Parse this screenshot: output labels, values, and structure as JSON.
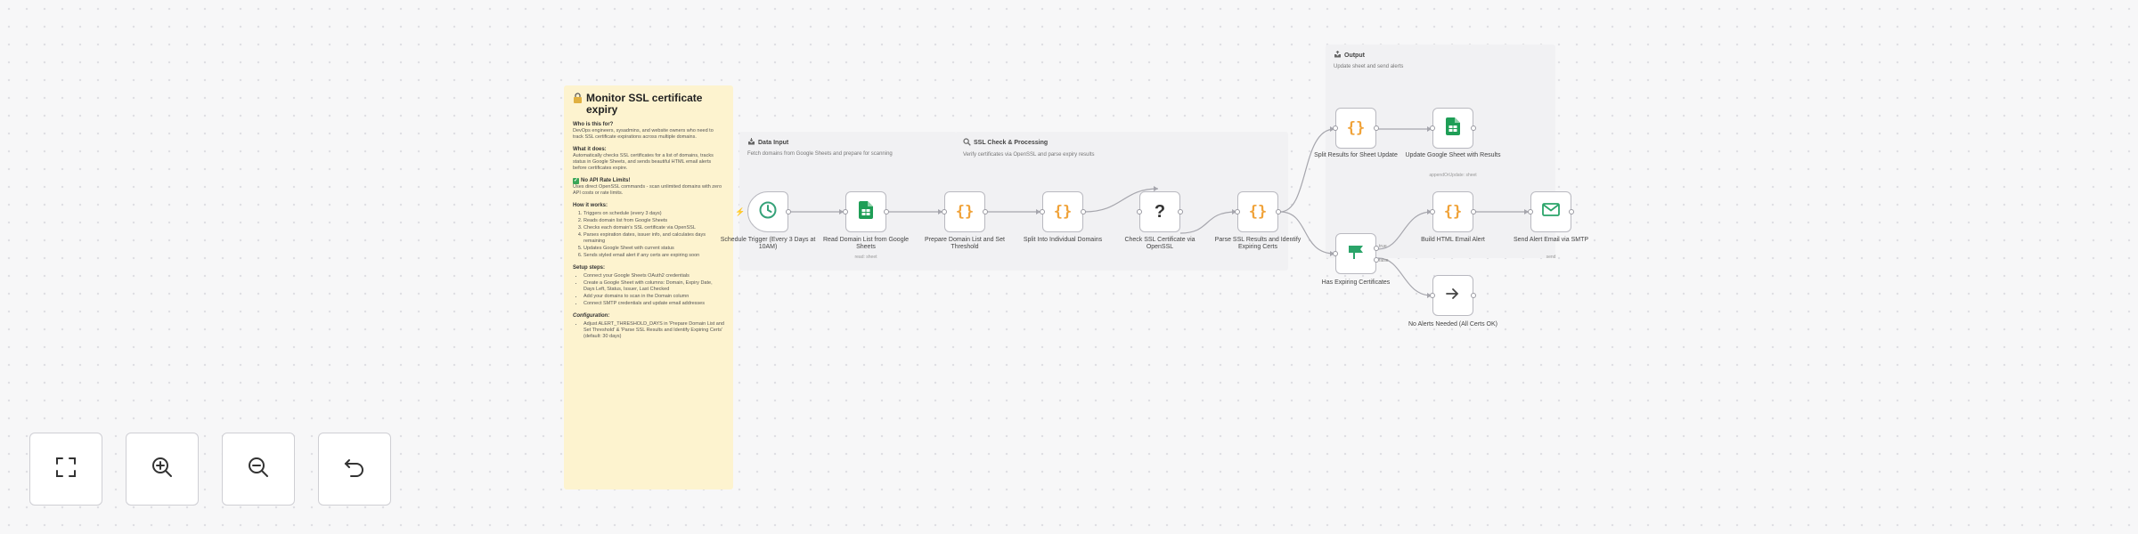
{
  "sticky_notes": {
    "main": {
      "title": "Monitor SSL certificate expiry",
      "sections": [
        {
          "heading": "Who is this for?",
          "text": "DevOps engineers, sysadmins, and website owners who need to track SSL certificate expirations across multiple domains."
        },
        {
          "heading": "What it does:",
          "text": "Automatically checks SSL certificates for a list of domains, tracks status in Google Sheets, and sends beautiful HTML email alerts before certificates expire."
        },
        {
          "heading": "No API Rate Limits!",
          "text": "Uses direct OpenSSL commands - scan unlimited domains with zero API costs or rate limits."
        },
        {
          "heading": "How it works:",
          "ordered": [
            "Triggers on schedule (every 3 days)",
            "Reads domain list from Google Sheets",
            "Checks each domain's SSL certificate via OpenSSL",
            "Parses expiration dates, issuer info, and calculates days remaining",
            "Updates Google Sheet with current status",
            "Sends styled email alert if any certs are expiring soon"
          ]
        },
        {
          "heading": "Setup steps:",
          "bullets": [
            "Connect your Google Sheets OAuth2 credentials",
            "Create a Google Sheet with columns: Domain, Expiry Date, Days Left, Status, Issuer, Last Checked",
            "Add your domains to scan in the Domain column",
            "Connect SMTP credentials and update email addresses"
          ]
        },
        {
          "heading": "Configuration:",
          "bullets": [
            "Adjust ALERT_THRESHOLD_DAYS in 'Prepare Domain List and Set Threshold' & 'Parse SSL Results and Identify Expiring Certs' (default: 30 days)"
          ]
        }
      ]
    },
    "data_input": {
      "title": "Data Input",
      "subtitle": "Fetch domains from Google Sheets and prepare for scanning"
    },
    "ssl_check": {
      "title": "SSL Check & Processing",
      "subtitle": "Verify certificates via OpenSSL and parse expiry results"
    },
    "output": {
      "title": "Output",
      "subtitle": "Update sheet and send alerts"
    }
  },
  "nodes": [
    {
      "id": "schedule",
      "label": "Schedule Trigger (Every 3 Days at 10AM)",
      "icon": "clock-icon"
    },
    {
      "id": "read-sheet",
      "label": "Read Domain List from Google Sheets",
      "sub": "read: sheet",
      "icon": "google-sheets-icon"
    },
    {
      "id": "prepare",
      "label": "Prepare Domain List and Set Threshold",
      "icon": "code-icon"
    },
    {
      "id": "split",
      "label": "Split Into Individual Domains",
      "icon": "code-icon"
    },
    {
      "id": "check-ssl",
      "label": "Check SSL Certificate via OpenSSL",
      "icon": "unknown-icon"
    },
    {
      "id": "parse",
      "label": "Parse SSL Results and Identify Expiring Certs",
      "icon": "code-icon"
    },
    {
      "id": "split-sheet",
      "label": "Split Results for Sheet Update",
      "icon": "code-icon"
    },
    {
      "id": "update-sheet",
      "label": "Update Google Sheet with Results",
      "sub": "appendOrUpdate: sheet",
      "icon": "google-sheets-icon"
    },
    {
      "id": "has-expiring",
      "label": "Has Expiring Certificates",
      "icon": "if-icon",
      "branches": [
        "true",
        "false"
      ]
    },
    {
      "id": "build-email",
      "label": "Build HTML Email Alert",
      "icon": "code-icon"
    },
    {
      "id": "send-email",
      "label": "Send Alert Email via SMTP",
      "sub": "send",
      "icon": "email-icon"
    },
    {
      "id": "no-alerts",
      "label": "No Alerts Needed (All Certs OK)",
      "icon": "arrow-right-icon"
    }
  ],
  "controls": [
    {
      "name": "fit-view",
      "icon": "fullscreen-icon"
    },
    {
      "name": "zoom-in",
      "icon": "zoom-in-icon"
    },
    {
      "name": "zoom-out",
      "icon": "zoom-out-icon"
    },
    {
      "name": "reset-zoom",
      "icon": "undo-icon"
    }
  ],
  "colors": {
    "canvas_bg": "#f7f7f8",
    "note_yellow": "#fdf3cf",
    "note_gray": "#f1f1f3",
    "code_icon": "#f0a33a",
    "sheets_icon": "#1e9e56",
    "trigger_icon": "#35a279",
    "email_icon": "#2aa469",
    "edge": "#a6a6ad"
  }
}
